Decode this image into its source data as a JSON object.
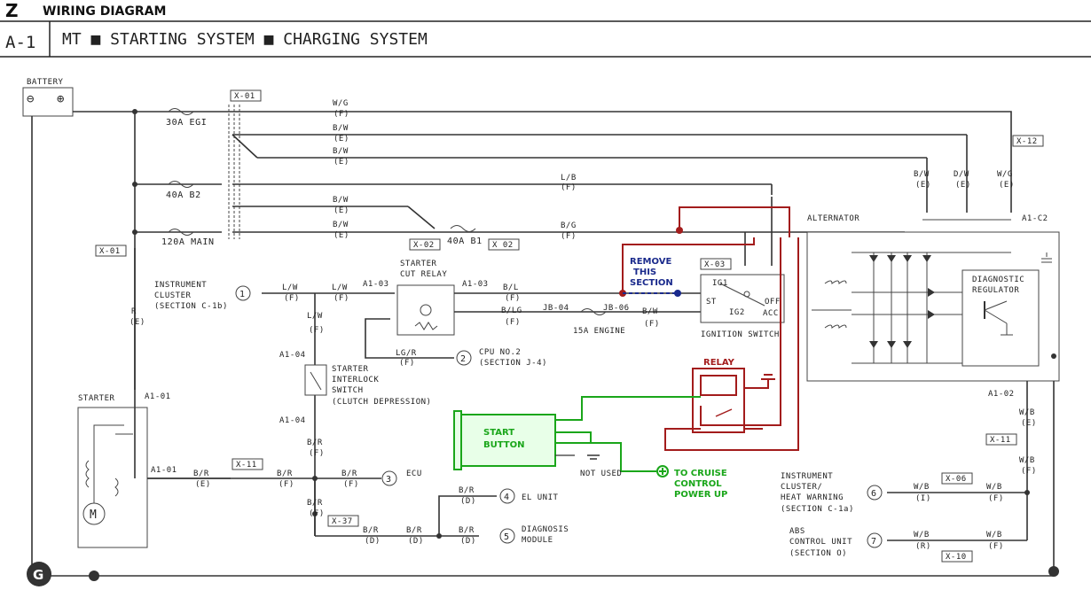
{
  "header": {
    "section_letter": "Z",
    "section_title": "WIRING DIAGRAM",
    "page_code": "A-1",
    "subtitle": "MT ■ STARTING SYSTEM ■ CHARGING SYSTEM"
  },
  "battery": {
    "label": "BATTERY",
    "minus": "⊖",
    "plus": "⊕"
  },
  "fuses": {
    "egi": "30A EGI",
    "b2": "40A B2",
    "main": "120A MAIN",
    "b1": "40A B1"
  },
  "connectors": {
    "x01_top": "X-01",
    "x01_left": "X-01",
    "x02": "X-02",
    "x02b": "X 02",
    "x03": "X-03",
    "x11_starter": "X-11",
    "x11_right": "X-11",
    "x12": "X-12",
    "x37": "X-37",
    "x06": "X-06",
    "x10": "X-10",
    "a1_01": "A1-01",
    "a1_02": "A1-02",
    "a1_03a": "A1-03",
    "a1_03b": "A1-03",
    "a1_04a": "A1-04",
    "a1_04b": "A1-04",
    "a1_c2": "A1-C2",
    "a1_01b": "A1-01",
    "jb04": "JB-04",
    "jb06": "JB-06"
  },
  "wires": {
    "wg1": "W/G",
    "f1": "(F)",
    "bw1": "B/W",
    "e1": "(E)",
    "bw2": "B/W",
    "e2": "(E)",
    "lb": "L/B",
    "f2": "(F)",
    "bw3": "B/W",
    "e3": "(E)",
    "bw4": "B/W",
    "e4": "(E)",
    "bg": "B/G",
    "f3": "(F)",
    "bw_alt": "B/W",
    "e_alt1": "(E)",
    "dw_alt": "D/W",
    "e_alt2": "(E)",
    "wg_alt": "W/G",
    "e_alt3": "(E)",
    "lw1": "L/W",
    "lwf1": "(F)",
    "lw2": "L/W",
    "lwf2": "(F)",
    "lw3": "L/W",
    "lwf3": "(F)",
    "bl": "B/L",
    "blf": "(F)",
    "blg": "B/LG",
    "blgf": "(F)",
    "bw5": "B/W",
    "bw5f": "(F)",
    "fuse15": "15A ENGINE",
    "lgr": "LG/R",
    "lgrf": "(F)",
    "r": "R",
    "re": "(E)",
    "br_a": "B/R",
    "brf_a": "(F)",
    "br1": "B/R",
    "br1e": "(E)",
    "br2": "B/R",
    "br2f": "(F)",
    "br3": "B/R",
    "br3f": "(F)",
    "br4": "B/R",
    "br4f": "(F)",
    "br5": "B/R",
    "br5d": "(D)",
    "br6": "B/R",
    "br6d": "(D)",
    "br7": "B/R",
    "br7d": "(D)",
    "br8": "B/R",
    "br8d": "(D)",
    "wb1": "W/B",
    "wb1e": "(E)",
    "wb2": "W/B",
    "wb2f": "(F)",
    "wb3": "W/B",
    "wb3i": "(I)",
    "wb4": "W/B",
    "wb4f": "(F)",
    "wb5": "W/B",
    "wb5r": "(R)",
    "wb6": "W/B",
    "wb6f": "(F)"
  },
  "components": {
    "instrument_cluster": [
      "INSTRUMENT",
      "CLUSTER",
      "(SECTION C-1b)"
    ],
    "starter_cut_relay": [
      "STARTER",
      "CUT RELAY"
    ],
    "cpu": [
      "CPU NO.2",
      "(SECTION J-4)"
    ],
    "interlock": [
      "STARTER",
      "INTERLOCK",
      "SWITCH",
      "(CLUTCH DEPRESSION)"
    ],
    "ignition_switch": "IGNITION SWITCH",
    "ig_labels": {
      "ig1": "IG1",
      "st": "ST",
      "ig2": "IG2",
      "off": "OFF",
      "acc": "ACC"
    },
    "alternator": "ALTERNATOR",
    "regulator": [
      "DIAGNOSTIC",
      "REGULATOR"
    ],
    "starter": "STARTER",
    "motor": "M",
    "ecu": "ECU",
    "el_unit": "EL UNIT",
    "diag_module": [
      "DIAGNOSIS",
      "MODULE"
    ],
    "inst_heat": [
      "INSTRUMENT",
      "CLUSTER/",
      "HEAT WARNING",
      "(SECTION C-1a)"
    ],
    "abs": [
      "ABS",
      "CONTROL UNIT",
      "(SECTION O)"
    ],
    "node1": "1",
    "node2": "2",
    "node3": "3",
    "node4": "4",
    "node5": "5",
    "node6": "6",
    "node7": "7",
    "ground": "G"
  },
  "annotations": {
    "remove": [
      "REMOVE",
      "THIS",
      "SECTION"
    ],
    "relay": "RELAY",
    "start_button": [
      "START",
      "BUTTON"
    ],
    "not_used": "NOT USED",
    "cruise": [
      "TO CRUISE",
      "CONTROL",
      "POWER UP"
    ]
  },
  "colors": {
    "ink": "#333333",
    "red": "#a31c1c",
    "green": "#1aa61a",
    "blue": "#1a2a8c"
  }
}
